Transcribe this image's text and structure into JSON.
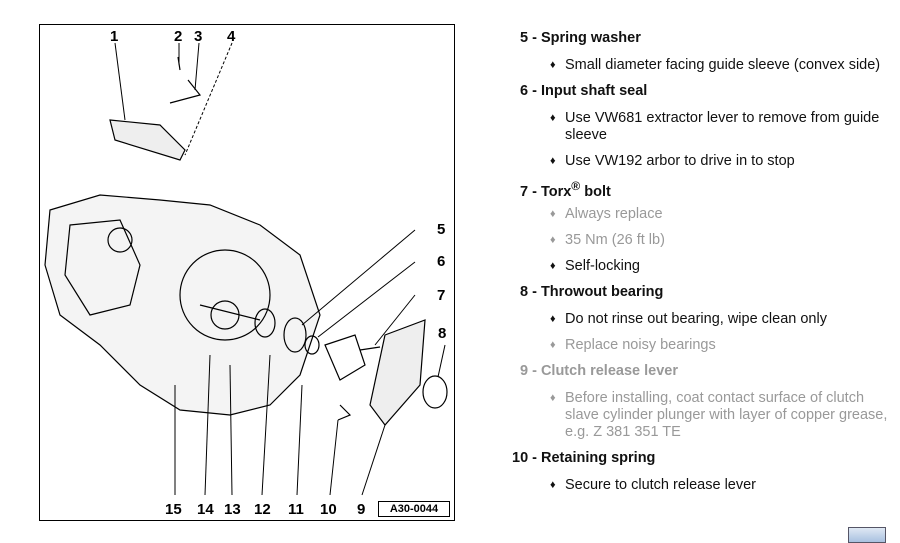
{
  "figure": {
    "callouts": [
      "1",
      "2",
      "3",
      "4",
      "5",
      "6",
      "7",
      "8",
      "15",
      "14",
      "13",
      "12",
      "11",
      "10",
      "9"
    ],
    "figure_id": "A30-0044"
  },
  "items": [
    {
      "heading": "5 - Spring washer",
      "bullets": [
        "Small diameter facing guide sleeve (convex side)"
      ]
    },
    {
      "heading": "6 - Input shaft seal",
      "bullets": [
        "Use VW681 extractor lever to remove from guide sleeve",
        "Use VW192 arbor to drive in to stop"
      ]
    },
    {
      "heading": "7 - Torx",
      "heading_sup": "®",
      "heading_tail": " bolt",
      "bullets": [
        "Always replace",
        "35 Nm (26 ft lb)",
        "Self-locking"
      ]
    },
    {
      "heading": "8 - Throwout bearing",
      "bullets": [
        "Do not rinse out bearing, wipe clean only",
        "Replace noisy bearings"
      ]
    },
    {
      "heading": "9 - Clutch release lever",
      "bullets": [
        "Before installing, coat contact surface of clutch slave cylinder plunger with layer of copper grease, e.g. Z 381 351 TE"
      ]
    },
    {
      "heading": "10 - Retaining spring",
      "bullets": [
        "Secure to clutch release lever"
      ]
    }
  ],
  "bullet_glyph": "♦"
}
